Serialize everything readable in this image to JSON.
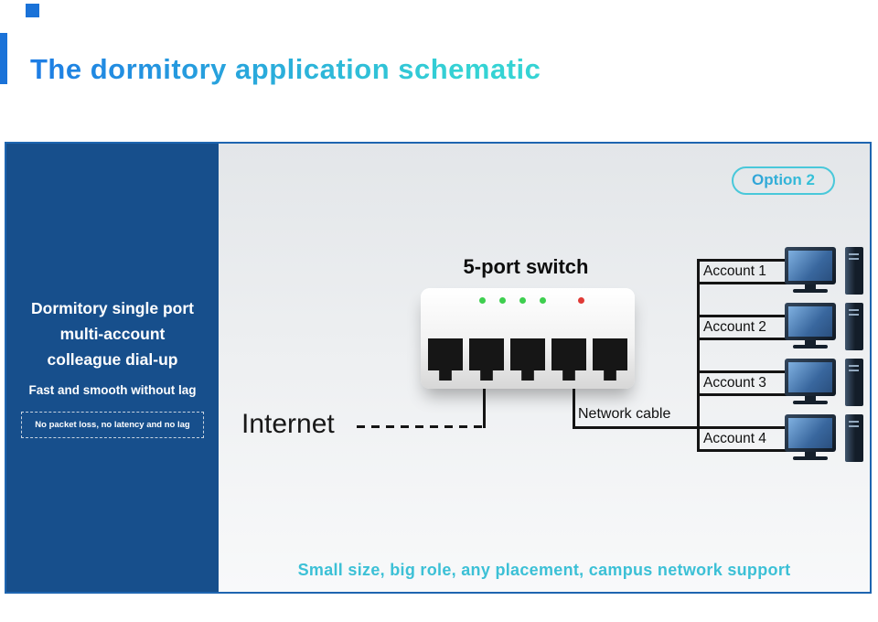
{
  "title": "The dormitory application schematic",
  "badge": {
    "label": "Option 2"
  },
  "sidebar": {
    "headline_lines": [
      "Dormitory single port",
      "multi-account",
      "colleague dial-up"
    ],
    "subhead": "Fast and smooth without lag",
    "note": "No packet loss, no latency and no lag"
  },
  "diagram": {
    "switch_label": "5-port switch",
    "internet_label": "Internet",
    "network_cable_label": "Network cable",
    "accounts": [
      "Account 1",
      "Account 2",
      "Account 3",
      "Account 4"
    ],
    "led_colors": [
      "#3ecf4f",
      "#3ecf4f",
      "#3ecf4f",
      "#3ecf4f",
      "#e03a36"
    ]
  },
  "tagline": "Small size, big role, any placement, campus network support",
  "colors": {
    "title_gradient_start": "#1d7ce4",
    "title_gradient_end": "#35d3d4",
    "sidebar_bg": "#174f8c",
    "panel_border": "#1e65b0",
    "accent_cyan": "#3cc0d6",
    "cable": "#141414",
    "deco_blue": "#1a72d8"
  }
}
